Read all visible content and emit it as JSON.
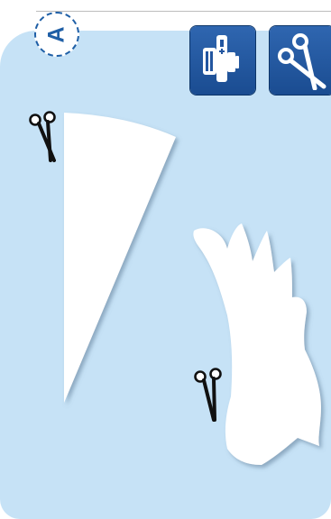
{
  "badge": {
    "letter": "A"
  },
  "toolbar": {
    "buttons": [
      {
        "name": "presser-foot-button",
        "icon": "presser-foot-icon"
      },
      {
        "name": "scissors-button",
        "icon": "scissors-icon"
      }
    ]
  },
  "canvas": {
    "background": "#c6e2f6",
    "pieces": [
      {
        "name": "triangle-piece",
        "shape": "triangle",
        "color": "#ffffff"
      },
      {
        "name": "wing-piece",
        "shape": "wing",
        "color": "#ffffff"
      }
    ],
    "cut_markers": [
      "scissors-icon",
      "scissors-icon"
    ]
  },
  "colors": {
    "accent": "#1f5fa6",
    "button": "#2356a0"
  }
}
